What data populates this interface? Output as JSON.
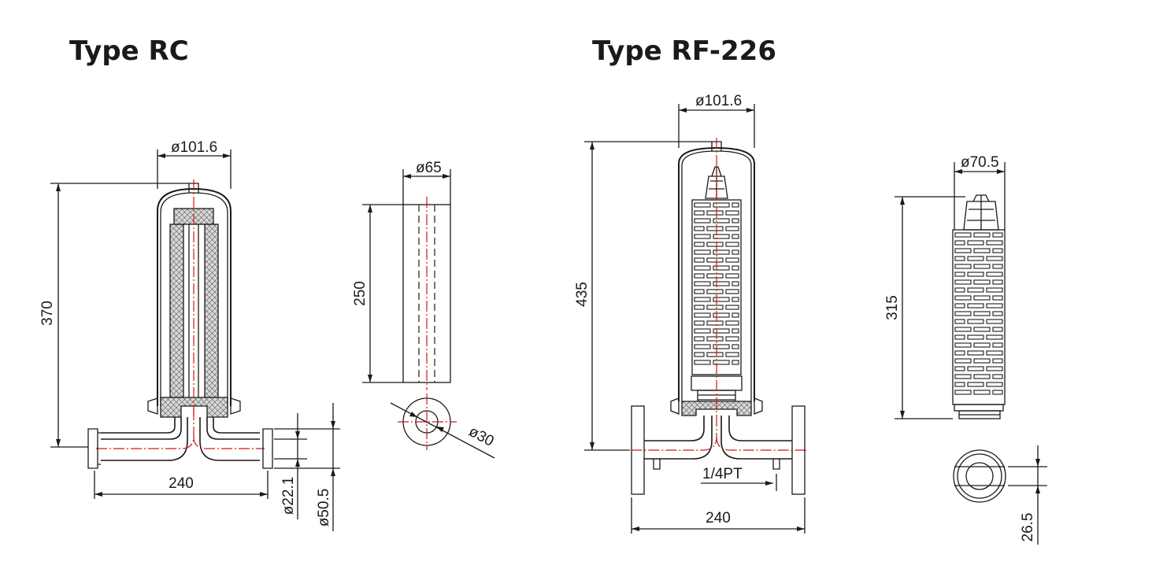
{
  "type_rc": {
    "title": "Type RC",
    "dim_housing_diameter": "ø101.6",
    "dim_height": "370",
    "dim_width": "240",
    "dim_inner_pipe": "ø22.1",
    "dim_outer_pipe": "ø50.5",
    "cartridge": {
      "dim_diameter": "ø65",
      "dim_length": "250",
      "dim_bore": "ø30"
    }
  },
  "type_rf": {
    "title": "Type RF-226",
    "dim_housing_diameter": "ø101.6",
    "dim_height": "435",
    "dim_width": "240",
    "port_label": "1/4PT",
    "cartridge": {
      "dim_diameter": "ø70.5",
      "dim_length": "315",
      "dim_thread": "26.5"
    }
  },
  "colors": {
    "line": "#1a1a1a",
    "centerline": "#d01818",
    "hatch_fill": "#d8d8d8"
  }
}
